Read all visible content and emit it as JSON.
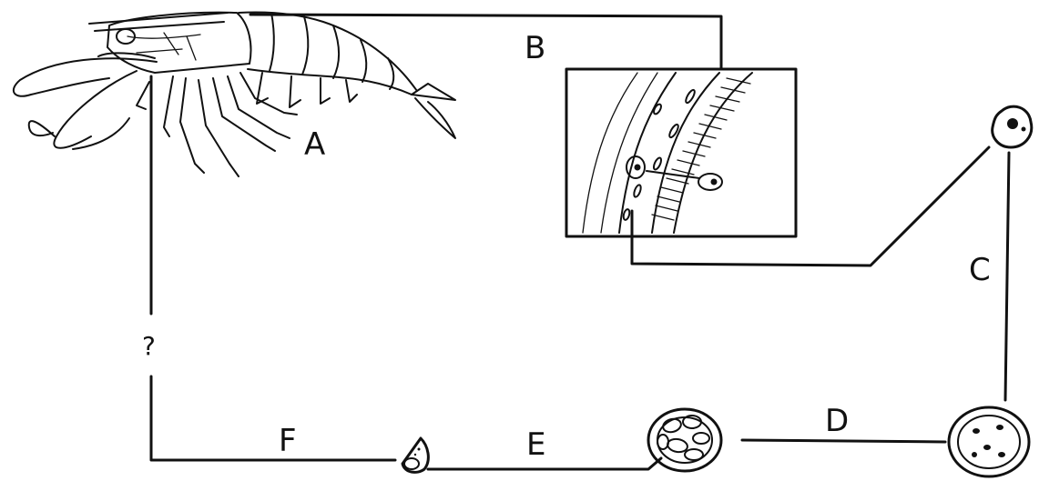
{
  "labels": {
    "a": "A",
    "b": "B",
    "c": "C",
    "d": "D",
    "e": "E",
    "f": "F",
    "unknown": "?"
  },
  "colors": {
    "ink": "#111111",
    "background": "#ffffff"
  }
}
